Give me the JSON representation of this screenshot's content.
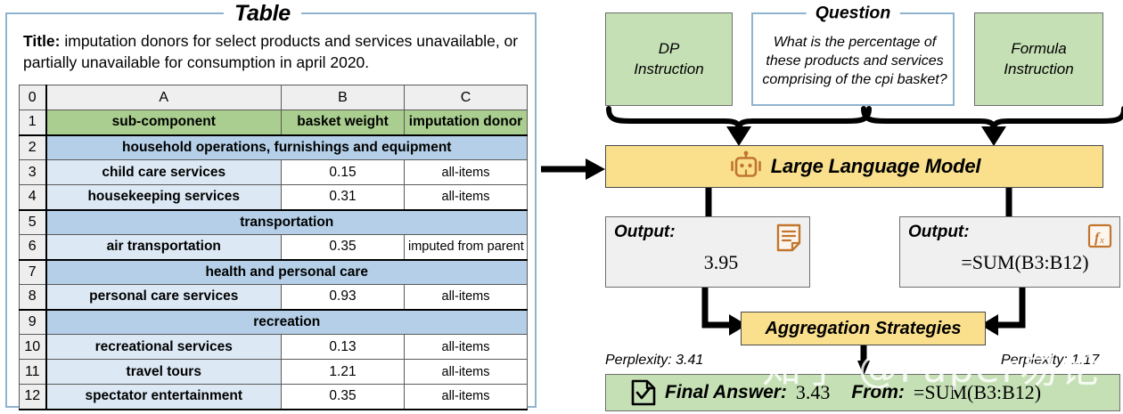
{
  "table_panel": {
    "legend": "Table",
    "title_label": "Title:",
    "title_text": " imputation donors for select products and services unavailable, or partially unavailable for consumption in april 2020.",
    "columns": [
      "0",
      "A",
      "B",
      "C"
    ],
    "rows": [
      {
        "num": "1",
        "type": "colheader",
        "cells": [
          "sub-component",
          "basket weight",
          "imputation donor"
        ]
      },
      {
        "num": "2",
        "type": "group",
        "label": "household operations, furnishings and equipment"
      },
      {
        "num": "3",
        "type": "item",
        "name": "child care services",
        "weight": "0.15",
        "donor": "all-items"
      },
      {
        "num": "4",
        "type": "item",
        "name": "housekeeping services",
        "weight": "0.31",
        "donor": "all-items"
      },
      {
        "num": "5",
        "type": "group",
        "label": "transportation"
      },
      {
        "num": "6",
        "type": "item",
        "name": "air transportation",
        "weight": "0.35",
        "donor": "imputed from parent"
      },
      {
        "num": "7",
        "type": "group",
        "label": "health and personal care"
      },
      {
        "num": "8",
        "type": "item",
        "name": "personal care services",
        "weight": "0.93",
        "donor": "all-items"
      },
      {
        "num": "9",
        "type": "group",
        "label": "recreation"
      },
      {
        "num": "10",
        "type": "item",
        "name": "recreational services",
        "weight": "0.13",
        "donor": "all-items"
      },
      {
        "num": "11",
        "type": "item",
        "name": "travel tours",
        "weight": "1.21",
        "donor": "all-items"
      },
      {
        "num": "12",
        "type": "item",
        "name": "spectator entertainment",
        "weight": "0.35",
        "donor": "all-items"
      }
    ]
  },
  "pipeline": {
    "dp_instruction": "DP\nInstruction",
    "formula_instruction": "Formula\nInstruction",
    "question": {
      "legend": "Question",
      "text": "What is the percentage of these products and services comprising of the cpi basket?"
    },
    "llm": {
      "label": "Large Language Model",
      "icon": "robot-icon"
    },
    "outputs": [
      {
        "label": "Output:",
        "value": "3.95",
        "icon": "document-lines-icon"
      },
      {
        "label": "Output:",
        "value": "=SUM(B3:B12)",
        "icon": "formula-fx-icon"
      }
    ],
    "aggregation": "Aggregation Strategies",
    "perplexity_left": "Perplexity: 3.41",
    "perplexity_right": "Perplexity: 1.17",
    "final": {
      "icon": "check-document-icon",
      "answer_label": "Final Answer:",
      "answer_value": "3.43",
      "from_label": "From:",
      "from_value": "=SUM(B3:B12)"
    }
  },
  "watermark": "知乎 @Paper易论",
  "colors": {
    "green": "#c5e0b4",
    "yellow": "#fae08c",
    "blue_group": "#b4cfe7",
    "blue_item": "#dce9f5",
    "header_green": "#a9ce8f",
    "panel_border": "#8fb3cc",
    "icon_orange": "#c1752e"
  }
}
